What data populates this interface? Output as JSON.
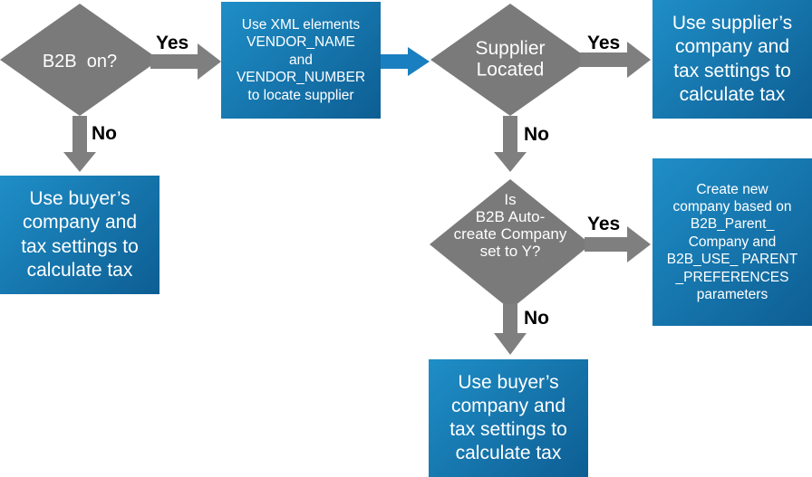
{
  "decisions": {
    "b2b_on": "B2B  on?",
    "supplier_located": "Supplier\nLocated",
    "auto_create": "Is\nB2B Auto-\ncreate Company\nset to Y?"
  },
  "actions": {
    "use_xml_elements": "Use XML elements\nVENDOR_NAME\nand\nVENDOR_NUMBER\nto locate supplier",
    "buyer_tax_1": "Use buyer’s\ncompany and\ntax settings to\ncalculate tax",
    "supplier_tax": "Use supplier’s\ncompany and\ntax settings to\ncalculate tax",
    "create_company": "Create new\ncompany based on\nB2B_Parent_\nCompany and\nB2B_USE_ PARENT\n_PREFERENCES\nparameters",
    "buyer_tax_2": "Use buyer’s\ncompany and\ntax settings to\ncalculate tax"
  },
  "edge_labels": {
    "yes_1": "Yes",
    "no_1": "No",
    "yes_2": "Yes",
    "no_2": "No",
    "yes_3": "Yes",
    "no_3": "No"
  },
  "colors": {
    "decision_fill": "#7a7a7a",
    "arrow_gray": "#7f7f7f",
    "arrow_blue": "#1a7fc0",
    "action_fill_light": "#1f8ec7",
    "action_fill_dark": "#0d5e93"
  }
}
